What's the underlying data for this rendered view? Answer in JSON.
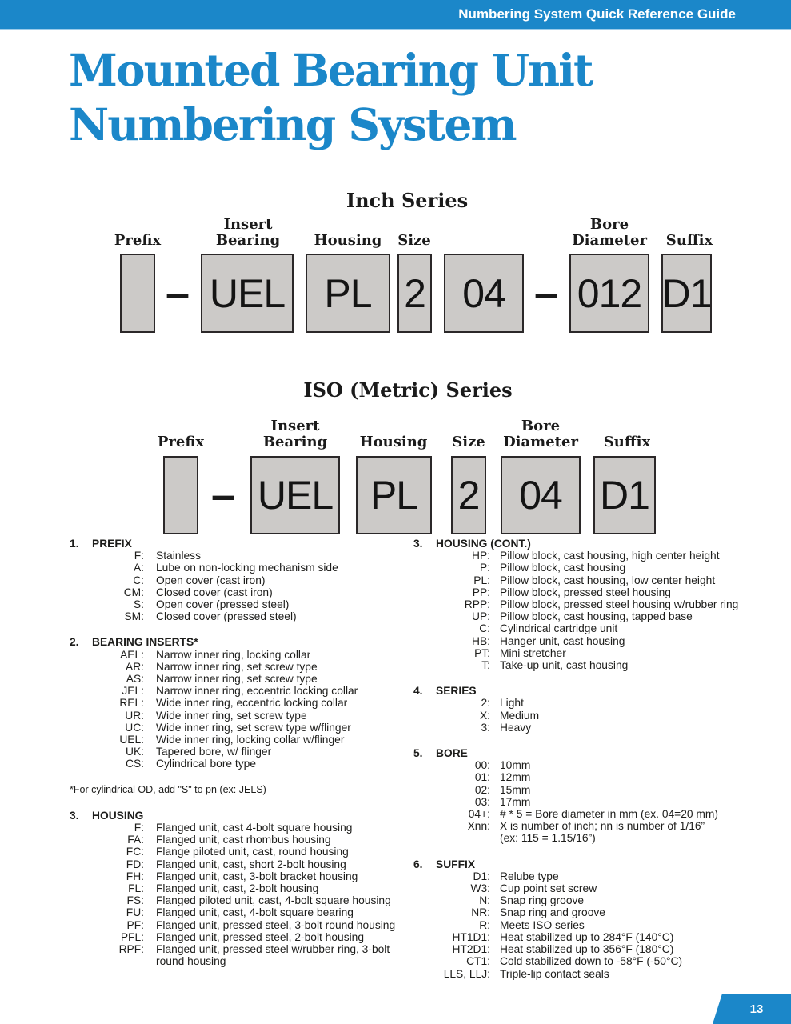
{
  "header": {
    "title": "Numbering System Quick Reference Guide"
  },
  "title": {
    "line1": "Mounted Bearing Unit",
    "line2": "Numbering System"
  },
  "colors": {
    "accent_blue": "#1B87C9",
    "box_fill": "#CCCAC8"
  },
  "inch": {
    "title": "Inch Series",
    "separator": "–",
    "labels": {
      "prefix": "Prefix",
      "insert": "Insert\nBearing",
      "housing": "Housing",
      "size": "Size",
      "bore": "Bore\nDiameter",
      "suffix": "Suffix"
    },
    "boxes": {
      "prefix": "",
      "insert": "UEL",
      "housing": "PL",
      "size": "2",
      "series": "04",
      "bore": "012",
      "suffix": "D1"
    }
  },
  "iso": {
    "title": "ISO (Metric) Series",
    "separator": "–",
    "labels": {
      "prefix": "Prefix",
      "insert": "Insert\nBearing",
      "housing": "Housing",
      "size": "Size",
      "bore": "Bore\nDiameter",
      "suffix": "Suffix"
    },
    "boxes": {
      "prefix": "",
      "insert": "UEL",
      "housing": "PL",
      "size": "2",
      "bore": "04",
      "suffix": "D1"
    }
  },
  "sections": {
    "prefix": {
      "num": "1.",
      "title": "PREFIX",
      "entries": [
        {
          "code": "F:",
          "desc": "Stainless"
        },
        {
          "code": "A:",
          "desc": "Lube on non-locking mechanism side"
        },
        {
          "code": "C:",
          "desc": "Open cover (cast iron)"
        },
        {
          "code": "CM:",
          "desc": "Closed cover (cast iron)"
        },
        {
          "code": "S:",
          "desc": "Open cover (pressed steel)"
        },
        {
          "code": "SM:",
          "desc": "Closed cover (pressed steel)"
        }
      ]
    },
    "inserts": {
      "num": "2.",
      "title": "BEARING INSERTS*",
      "entries": [
        {
          "code": "AEL:",
          "desc": "Narrow inner ring, locking collar"
        },
        {
          "code": "AR:",
          "desc": "Narrow inner ring, set screw type"
        },
        {
          "code": "AS:",
          "desc": "Narrow inner ring, set screw type"
        },
        {
          "code": "JEL:",
          "desc": "Narrow inner ring, eccentric locking collar"
        },
        {
          "code": "REL:",
          "desc": "Wide inner ring, eccentric locking collar"
        },
        {
          "code": "UR:",
          "desc": "Wide inner ring, set screw type"
        },
        {
          "code": "UC:",
          "desc": "Wide inner ring, set screw type w/flinger"
        },
        {
          "code": "UEL:",
          "desc": "Wide inner ring, locking collar w/flinger"
        },
        {
          "code": "UK:",
          "desc": "Tapered bore,  w/ flinger"
        },
        {
          "code": "CS:",
          "desc": "Cylindrical bore type"
        }
      ]
    },
    "inserts_footnote": "*For cylindrical OD, add \"S\" to pn (ex: JELS)",
    "housing": {
      "num": "3.",
      "title": "HOUSING",
      "entries": [
        {
          "code": "F:",
          "desc": "Flanged unit, cast 4-bolt square housing"
        },
        {
          "code": "FA:",
          "desc": "Flanged unit, cast rhombus housing"
        },
        {
          "code": "FC:",
          "desc": "Flange piloted unit, cast, round housing"
        },
        {
          "code": "FD:",
          "desc": "Flanged unit, cast, short 2-bolt housing"
        },
        {
          "code": "FH:",
          "desc": "Flanged unit, cast, 3-bolt bracket housing"
        },
        {
          "code": "FL:",
          "desc": "Flanged unit, cast, 2-bolt housing"
        },
        {
          "code": "FS:",
          "desc": "Flanged piloted unit, cast, 4-bolt square housing"
        },
        {
          "code": "FU:",
          "desc": "Flanged unit, cast, 4-bolt square bearing"
        },
        {
          "code": "PF:",
          "desc": "Flanged unit, pressed steel, 3-bolt round housing"
        },
        {
          "code": "PFL:",
          "desc": "Flanged unit, pressed steel, 2-bolt housing"
        },
        {
          "code": "RPF:",
          "desc": "Flanged unit, pressed steel w/rubber ring, 3-bolt\nround housing"
        }
      ]
    },
    "housing_cont": {
      "num": "3.",
      "title": "HOUSING (CONT.)",
      "entries": [
        {
          "code": "HP:",
          "desc": "Pillow block, cast housing, high center height"
        },
        {
          "code": "P:",
          "desc": "Pillow block, cast housing"
        },
        {
          "code": "PL:",
          "desc": "Pillow block, cast housing, low center height"
        },
        {
          "code": "PP:",
          "desc": "Pillow block, pressed steel housing"
        },
        {
          "code": "RPP:",
          "desc": "Pillow block, pressed steel housing w/rubber ring"
        },
        {
          "code": "UP:",
          "desc": "Pillow block, cast housing, tapped base"
        },
        {
          "code": "C:",
          "desc": "Cylindrical cartridge unit"
        },
        {
          "code": "HB:",
          "desc": "Hanger unit, cast housing"
        },
        {
          "code": "PT:",
          "desc": "Mini stretcher"
        },
        {
          "code": "T:",
          "desc": "Take-up unit, cast housing"
        }
      ]
    },
    "series": {
      "num": "4.",
      "title": "SERIES",
      "entries": [
        {
          "code": "2:",
          "desc": "Light"
        },
        {
          "code": "X:",
          "desc": "Medium"
        },
        {
          "code": "3:",
          "desc": "Heavy"
        }
      ]
    },
    "bore": {
      "num": "5.",
      "title": "BORE",
      "entries": [
        {
          "code": "00:",
          "desc": "10mm"
        },
        {
          "code": "01:",
          "desc": "12mm"
        },
        {
          "code": "02:",
          "desc": "15mm"
        },
        {
          "code": "03:",
          "desc": "17mm"
        },
        {
          "code": "04+:",
          "desc": "# * 5 = Bore diameter in mm (ex. 04=20 mm)"
        },
        {
          "code": "Xnn:",
          "desc": "X is number of inch; nn is number of 1/16”\n(ex: 115 = 1.15/16”)"
        }
      ]
    },
    "suffix": {
      "num": "6.",
      "title": "SUFFIX",
      "entries": [
        {
          "code": "D1:",
          "desc": "Relube type"
        },
        {
          "code": "W3:",
          "desc": "Cup point set screw"
        },
        {
          "code": "N:",
          "desc": "Snap ring groove"
        },
        {
          "code": "NR:",
          "desc": "Snap ring and groove"
        },
        {
          "code": "R:",
          "desc": "Meets ISO series"
        },
        {
          "code": "HT1D1:",
          "desc": "Heat stabilized up to 284°F (140°C)"
        },
        {
          "code": "HT2D1:",
          "desc": "Heat stabilized up to 356°F (180°C)"
        },
        {
          "code": "CT1:",
          "desc": "Cold stabilized down to -58°F (-50°C)"
        },
        {
          "code": "LLS, LLJ:",
          "desc": "Triple-lip contact seals"
        }
      ]
    }
  },
  "footer": {
    "page_number": "13"
  }
}
